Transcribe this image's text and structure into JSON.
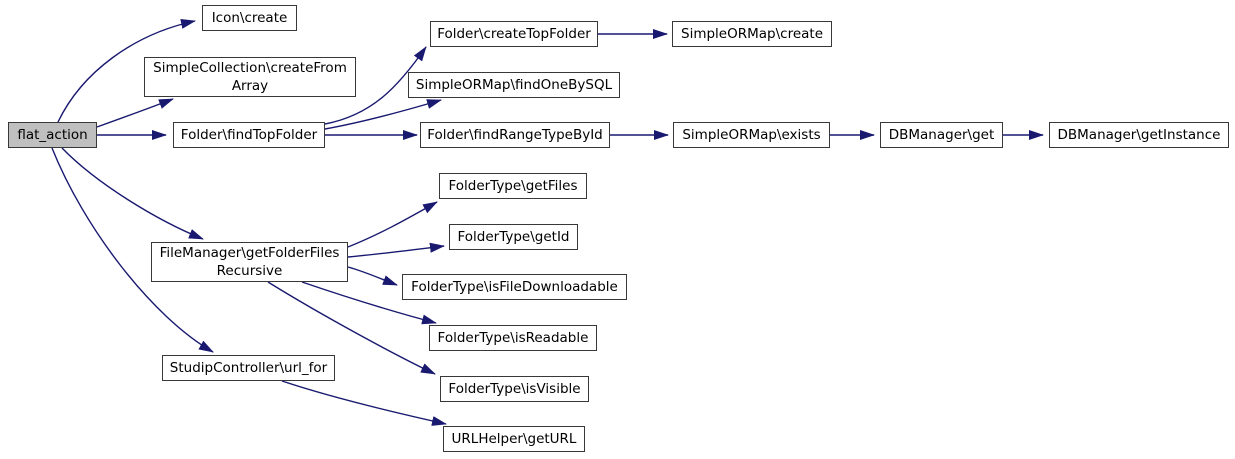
{
  "diagram": {
    "type": "call-graph",
    "root": "flat_action",
    "colors": {
      "edge": "#191970",
      "node_border": "#383838",
      "node_fill": "#ffffff",
      "root_node_fill": "#bfbfbf",
      "background": "#ffffff",
      "text": "#000000"
    },
    "nodes": {
      "flat_action": {
        "label": "flat_action"
      },
      "icon_create": {
        "label": "Icon\\create"
      },
      "simplecollection_createfromarray": {
        "line1": "SimpleCollection\\createFrom",
        "line2": "Array"
      },
      "folder_findtopfolder": {
        "label": "Folder\\findTopFolder"
      },
      "folder_createtopfolder": {
        "label": "Folder\\createTopFolder"
      },
      "simpleormap_create": {
        "label": "SimpleORMap\\create"
      },
      "simpleormap_findonebysql": {
        "label": "SimpleORMap\\findOneBySQL"
      },
      "folder_findrangetypebyid": {
        "label": "Folder\\findRangeTypeById"
      },
      "simpleormap_exists": {
        "label": "SimpleORMap\\exists"
      },
      "dbmanager_get": {
        "label": "DBManager\\get"
      },
      "dbmanager_getinstance": {
        "label": "DBManager\\getInstance"
      },
      "filemanager_getfolderfilesrecursive": {
        "line1": "FileManager\\getFolderFiles",
        "line2": "Recursive"
      },
      "foldertype_getfiles": {
        "label": "FolderType\\getFiles"
      },
      "foldertype_getid": {
        "label": "FolderType\\getId"
      },
      "foldertype_isfiledownloadable": {
        "label": "FolderType\\isFileDownloadable"
      },
      "foldertype_isreadable": {
        "label": "FolderType\\isReadable"
      },
      "foldertype_isvisible": {
        "label": "FolderType\\isVisible"
      },
      "studipcontroller_url_for": {
        "label": "StudipController\\url_for"
      },
      "urlhelper_geturl": {
        "label": "URLHelper\\getURL"
      }
    },
    "edges": [
      {
        "from": "flat_action",
        "to": "Icon\\create"
      },
      {
        "from": "flat_action",
        "to": "SimpleCollection\\createFromArray"
      },
      {
        "from": "flat_action",
        "to": "Folder\\findTopFolder"
      },
      {
        "from": "flat_action",
        "to": "FileManager\\getFolderFilesRecursive"
      },
      {
        "from": "flat_action",
        "to": "StudipController\\url_for"
      },
      {
        "from": "Folder\\findTopFolder",
        "to": "Folder\\createTopFolder"
      },
      {
        "from": "Folder\\findTopFolder",
        "to": "SimpleORMap\\findOneBySQL"
      },
      {
        "from": "Folder\\findTopFolder",
        "to": "Folder\\findRangeTypeById"
      },
      {
        "from": "Folder\\createTopFolder",
        "to": "SimpleORMap\\create"
      },
      {
        "from": "Folder\\findRangeTypeById",
        "to": "SimpleORMap\\exists"
      },
      {
        "from": "SimpleORMap\\exists",
        "to": "DBManager\\get"
      },
      {
        "from": "DBManager\\get",
        "to": "DBManager\\getInstance"
      },
      {
        "from": "FileManager\\getFolderFilesRecursive",
        "to": "FolderType\\getFiles"
      },
      {
        "from": "FileManager\\getFolderFilesRecursive",
        "to": "FolderType\\getId"
      },
      {
        "from": "FileManager\\getFolderFilesRecursive",
        "to": "FolderType\\isFileDownloadable"
      },
      {
        "from": "FileManager\\getFolderFilesRecursive",
        "to": "FolderType\\isReadable"
      },
      {
        "from": "FileManager\\getFolderFilesRecursive",
        "to": "FolderType\\isVisible"
      },
      {
        "from": "StudipController\\url_for",
        "to": "URLHelper\\getURL"
      }
    ]
  }
}
